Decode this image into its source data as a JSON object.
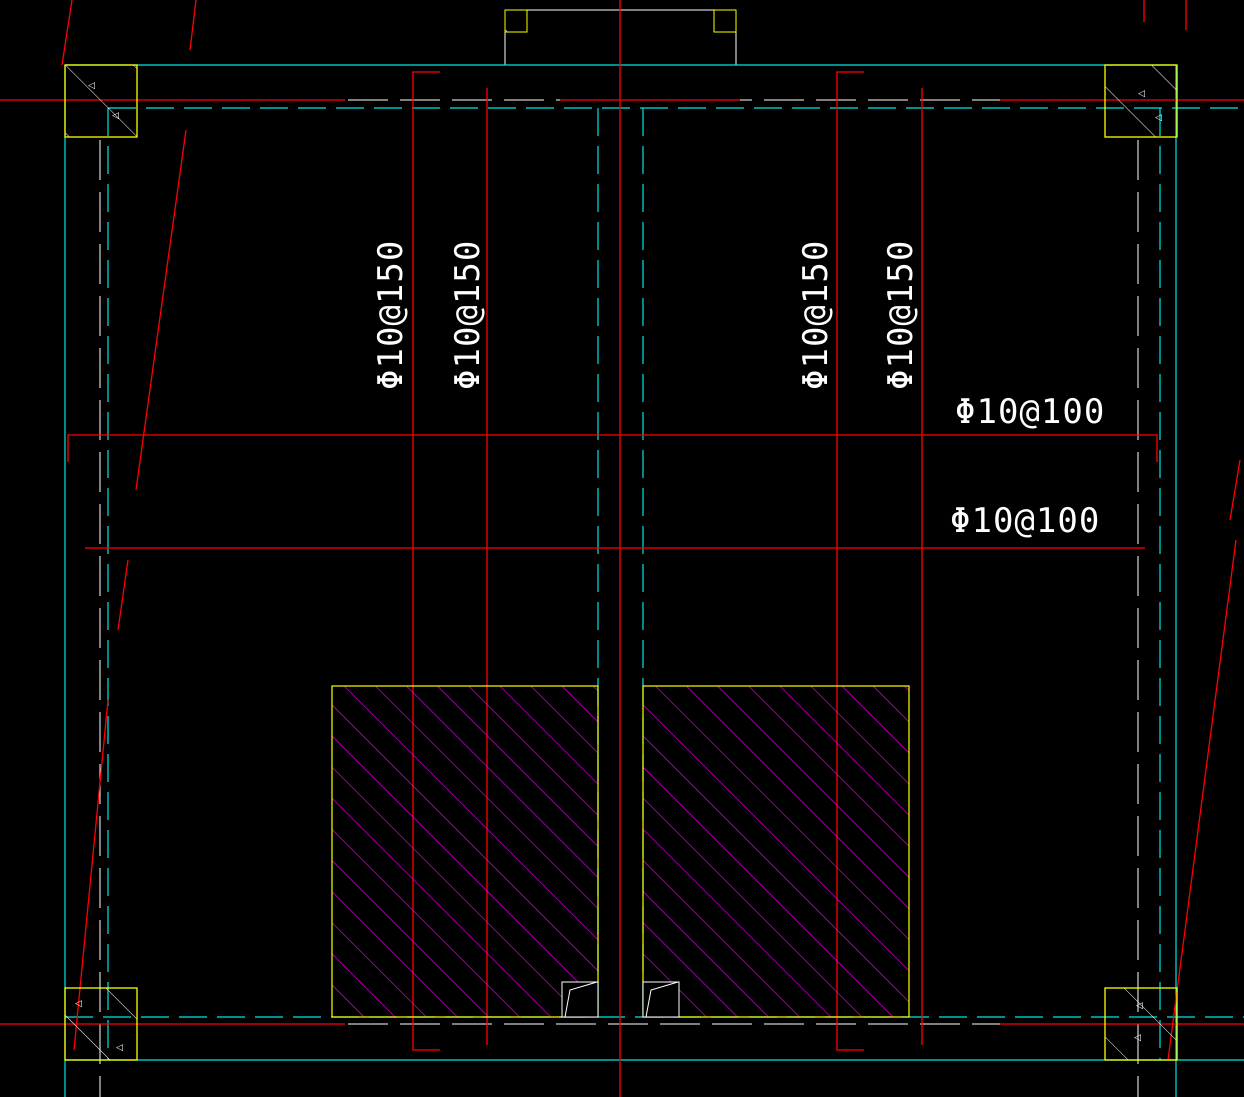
{
  "drawing": {
    "type": "rebar-plan-cad",
    "background": "#000000",
    "colors": {
      "rebar": "#ff0000",
      "axis": "#00e5e5",
      "column": "#ffff00",
      "hatch": "#ff00ff",
      "opening_outline": "#ffff00",
      "text": "#ffffff"
    }
  },
  "labels": {
    "vertical_rebar": [
      "Φ10@150",
      "Φ10@150",
      "Φ10@150",
      "Φ10@150"
    ],
    "horizontal_rebar": [
      "Φ10@100",
      "Φ10@100"
    ]
  },
  "icons": {
    "column": "concrete-column-icon",
    "opening": "hatched-opening-icon",
    "door": "door-swing-icon"
  }
}
